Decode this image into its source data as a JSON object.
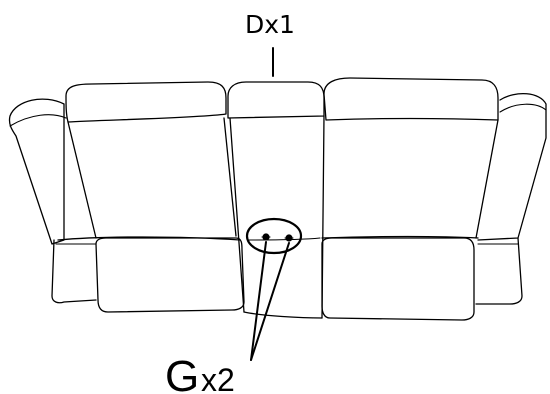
{
  "labels": {
    "part_d": "Dx1",
    "part_g_letter": "G",
    "part_g_qty": "x2"
  }
}
